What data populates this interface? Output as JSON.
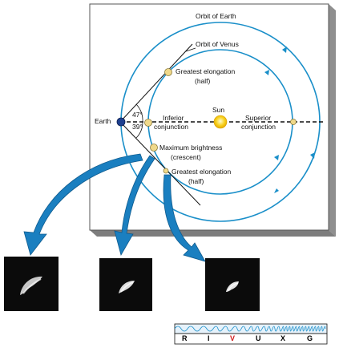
{
  "diagram": {
    "labels": {
      "orbit_earth": "Orbit of Earth",
      "orbit_venus": "Orbit of Venus",
      "greatest_elongation_top_1": "Greatest elongation",
      "greatest_elongation_top_2": "(half)",
      "earth": "Earth",
      "angle_top": "47°",
      "angle_bottom": "39°",
      "inferior_1": "Inferior",
      "inferior_2": "conjunction",
      "sun": "Sun",
      "superior_1": "Superior",
      "superior_2": "conjunction",
      "max_brightness_1": "Maximum brightness",
      "max_brightness_2": "(crescent)",
      "greatest_elongation_bottom_1": "Greatest elongation",
      "greatest_elongation_bottom_2": "(half)"
    },
    "colors": {
      "orbit": "#1a8fc9",
      "arrow": "#1a7fc0",
      "sun": "#f7d21f",
      "venus": "#f0d98a",
      "earth": "#1d3f8f",
      "panel_edge": "#9a9a9a"
    }
  },
  "spectrum_bar": {
    "letters": [
      "R",
      "I",
      "V",
      "U",
      "X",
      "G"
    ],
    "highlight": "V",
    "highlight_color": "#d01a1a"
  }
}
